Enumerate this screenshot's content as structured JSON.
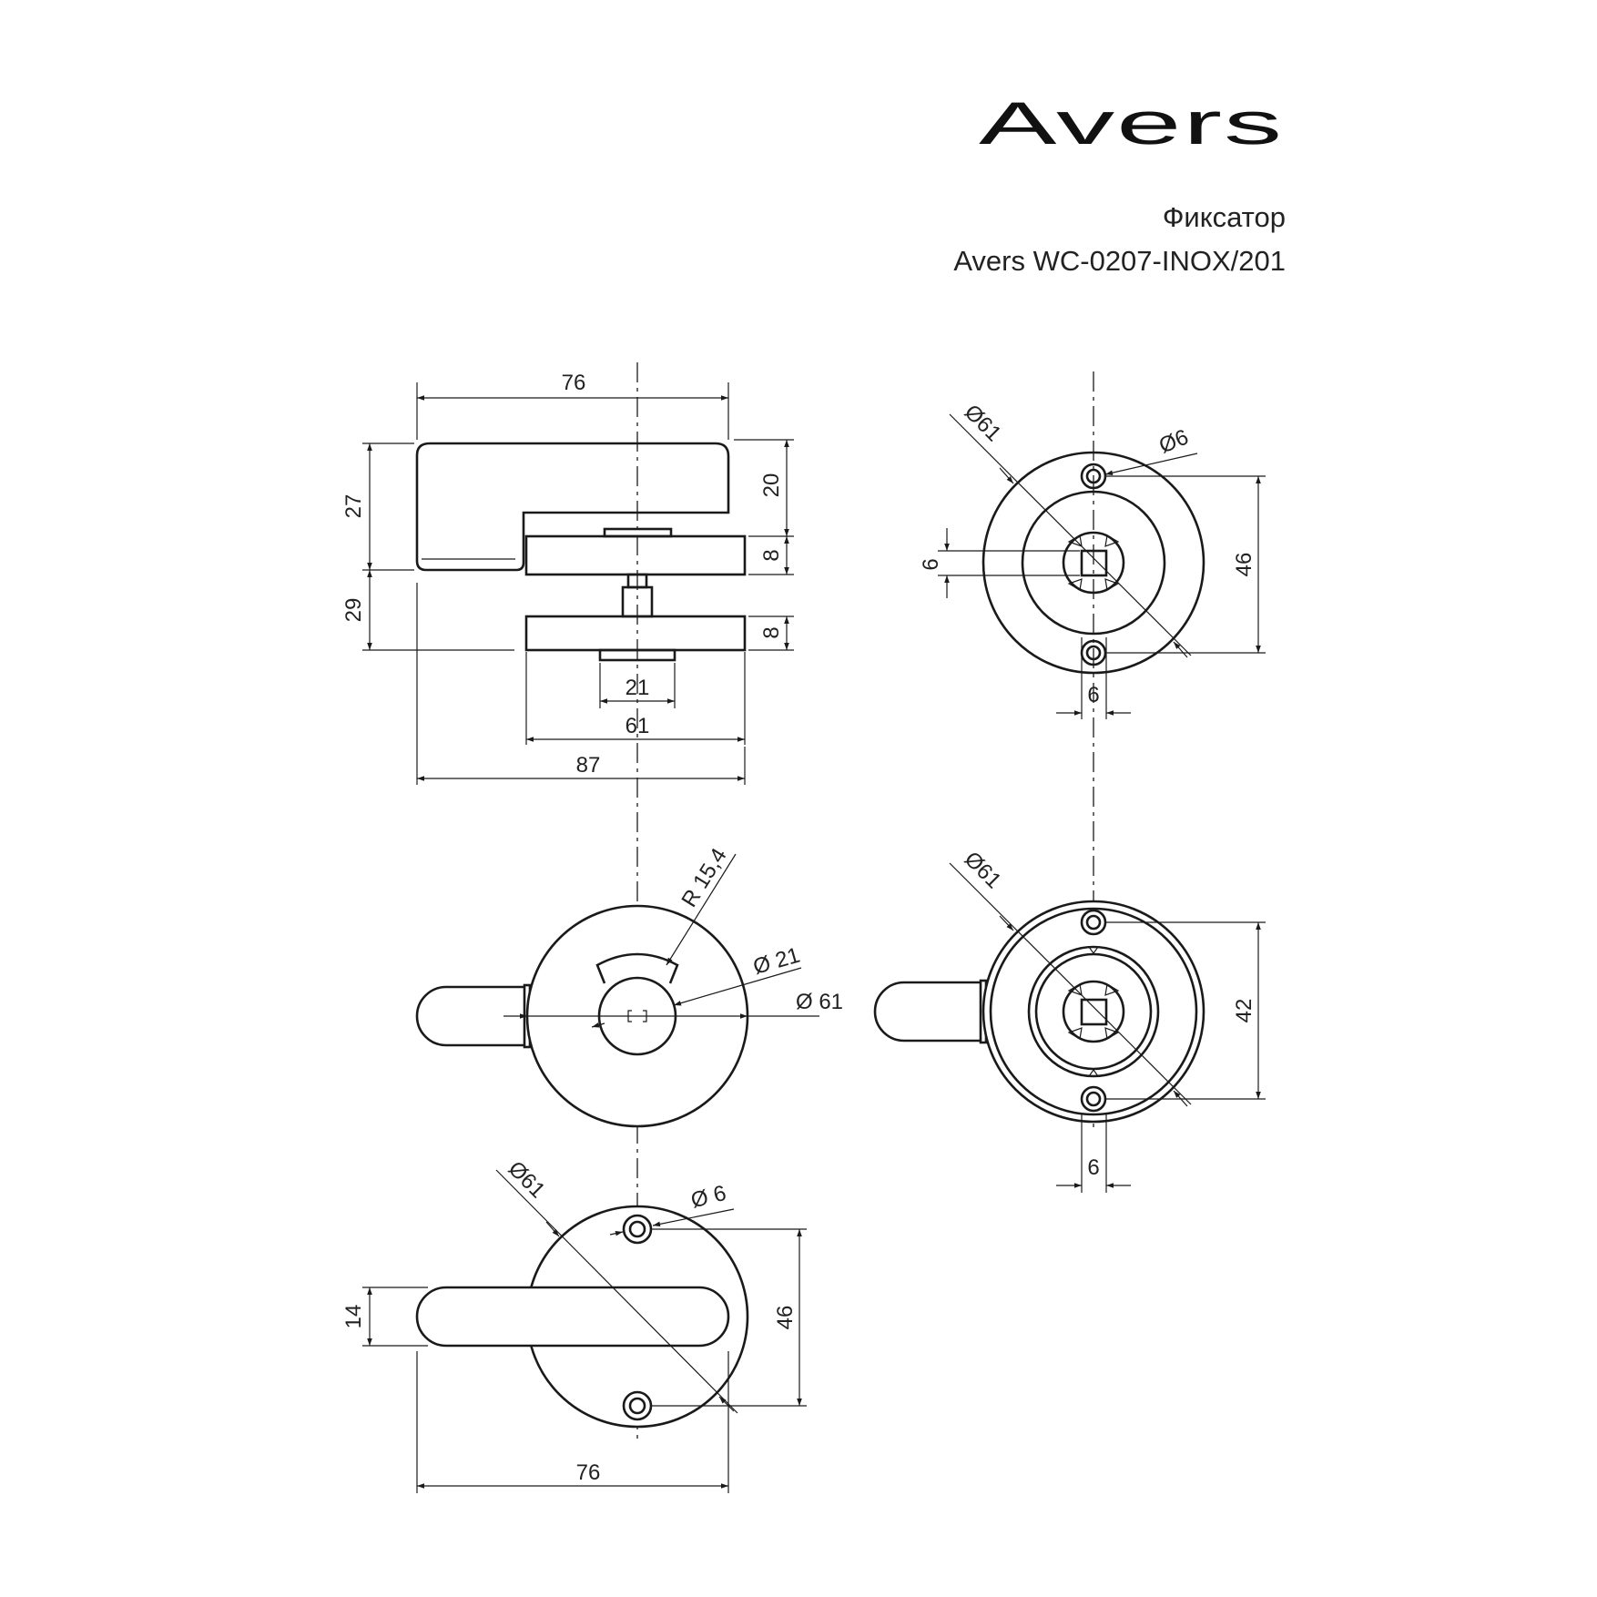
{
  "header": {
    "brand_logo": "Avers",
    "product_type": "Фиксатор",
    "product_model": "Avers WC-0207-INOX/201"
  },
  "dimensions": {
    "side_view": {
      "top_width": "76",
      "top_height": "27",
      "bottom_height": "29",
      "handle_height": "20",
      "rosette_thickness_top": "8",
      "rosette_thickness_bottom": "8",
      "plate_width": "21",
      "rosette_width": "61",
      "total_width": "87"
    },
    "back_view_top": {
      "rosette_diameter": "Ø61",
      "hole_diameter": "Ø6",
      "square_size_vertical": "6",
      "square_size_horizontal": "6",
      "hole_spacing": "46"
    },
    "indicator_view": {
      "indicator_radius": "R 15,4",
      "center_diameter": "Ø 21",
      "rosette_diameter": "Ø 61"
    },
    "back_view_bottom": {
      "rosette_diameter": "Ø61",
      "hole_spacing": "42",
      "square_size": "6"
    },
    "lever_view": {
      "rosette_diameter": "Ø61",
      "hole_diameter": "Ø 6",
      "lever_width": "14",
      "hole_spacing": "46",
      "total_width": "76"
    }
  },
  "colors": {
    "line": "#1a1a1a",
    "text": "#222222",
    "background": "#ffffff"
  }
}
